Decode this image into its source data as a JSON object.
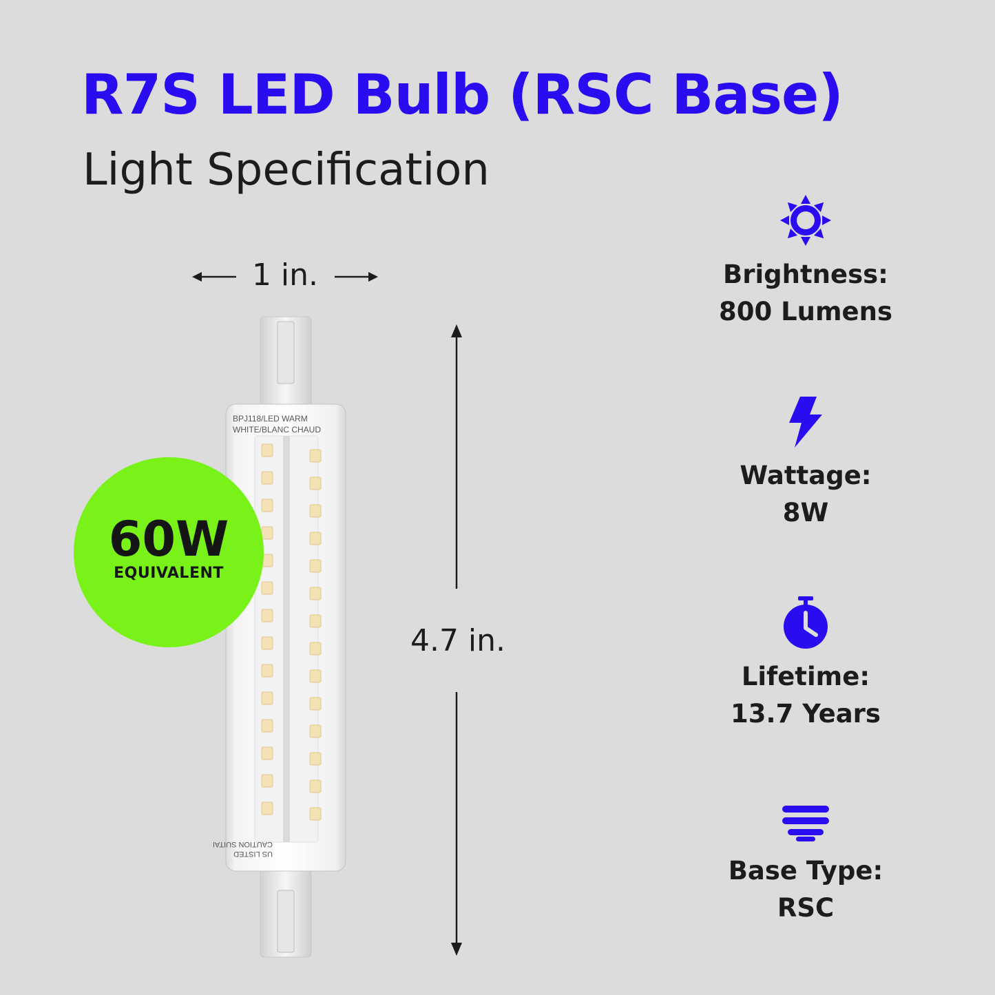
{
  "header": {
    "title": "R7S LED Bulb (RSC Base)",
    "subtitle": "Light Specification"
  },
  "dimensions": {
    "width_label": "1 in.",
    "height_label": "4.7 in."
  },
  "bulb": {
    "print_top_line1": "BPJ118/LED WARM",
    "print_top_line2": "WHITE/BLANC CHAUD",
    "print_bottom_line1": "US LISTED",
    "print_bottom_line2": "CAUTION SUITABLE FOR"
  },
  "badge": {
    "value": "60W",
    "label": "EQUIVALENT",
    "color": "#79f21a"
  },
  "specs": [
    {
      "icon": "sun-icon",
      "label": "Brightness:",
      "value": "800 Lumens"
    },
    {
      "icon": "lightning-icon",
      "label": "Wattage:",
      "value": "8W"
    },
    {
      "icon": "stopwatch-icon",
      "label": "Lifetime:",
      "value": "13.7 Years"
    },
    {
      "icon": "base-type-icon",
      "label": "Base Type:",
      "value": "RSC"
    }
  ],
  "colors": {
    "accent": "#2a0cf0",
    "background": "#dcdcdc",
    "text": "#1c1c1c"
  }
}
